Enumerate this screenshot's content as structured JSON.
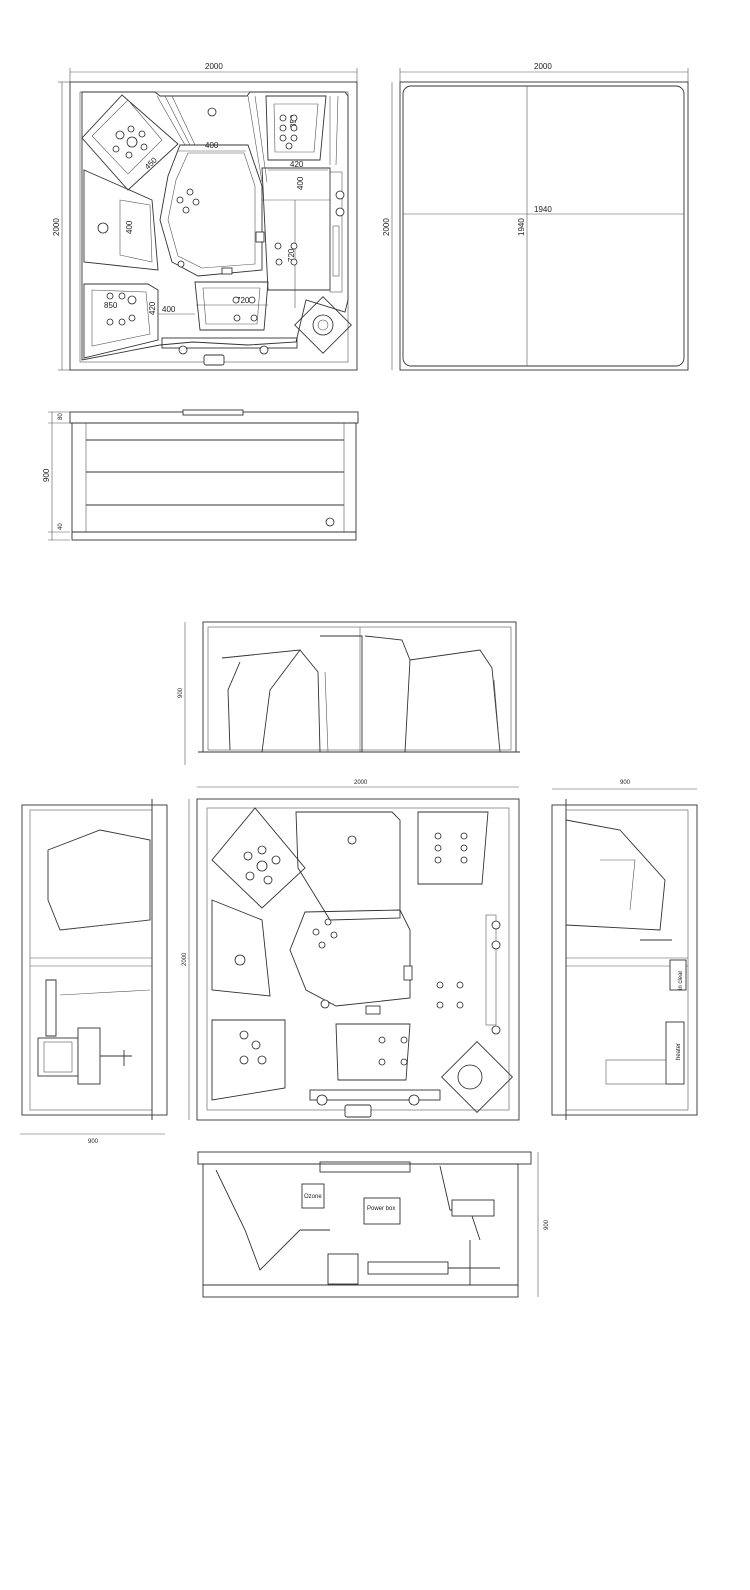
{
  "dimensions": {
    "top_plan_width": "2000",
    "top_plan_height": "2000",
    "corner_seat": "450",
    "seat_a_width": "400",
    "seat_b_width": "420",
    "seat_b_len": "850",
    "center_depth": "400",
    "right_len": "720",
    "left_seat": "400",
    "lounge_len": "850",
    "lounge_width": "420",
    "bottom_seat": "400",
    "bottom_len": "720",
    "cover_width": "2000",
    "cover_height": "2000",
    "cover_inner": "1940",
    "cover_inner_v": "1940",
    "front_height": "900",
    "front_top": "80",
    "front_base": "40",
    "section_top_height": "900",
    "section_main_width": "2000",
    "section_main_height": "2000",
    "section_left_width": "900",
    "section_right_width": "900",
    "section_bottom_height": "900"
  },
  "labels": {
    "ozone": "Ozone",
    "power_box": "Power box",
    "heater": "heater",
    "in_clear": "in clear"
  }
}
